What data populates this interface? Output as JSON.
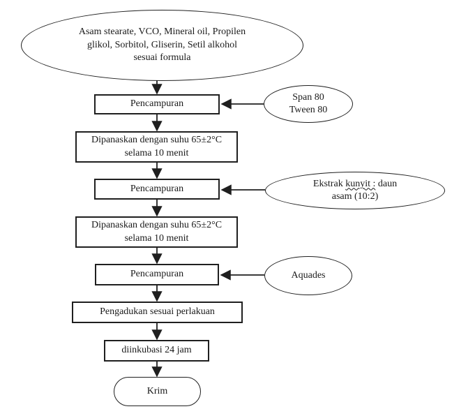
{
  "diagram": {
    "kind": "flowchart",
    "language": "Indonesian",
    "colors": {
      "stroke": "#1f1f1f",
      "background": "#ffffff",
      "text": "#1a1a1a"
    },
    "nodes": {
      "ingredients": {
        "shape": "ellipse",
        "line1": "Asam stearate, VCO, Mineral oil, Propilen",
        "line2": "glikol, Sorbitol, Gliserin, Setil alkohol",
        "line3": "sesuai formula"
      },
      "mix1": {
        "shape": "rect",
        "label": "Pencampuran"
      },
      "span_tween": {
        "shape": "ellipse",
        "line1": "Span 80",
        "line2": "Tween 80"
      },
      "heat1": {
        "shape": "rect",
        "line1": "Dipanaskan dengan suhu 65±2°C",
        "line2": "selama 10 menit"
      },
      "mix2": {
        "shape": "rect",
        "label": "Pencampuran"
      },
      "ekstrak": {
        "shape": "ellipse",
        "line1_prefix": "Ekstrak ",
        "line1_wavy": "kunyit :",
        "line1_suffix": " daun",
        "line2": "asam (10:2)"
      },
      "heat2": {
        "shape": "rect",
        "line1": "Dipanaskan dengan suhu 65±2°C",
        "line2": "selama 10 menit"
      },
      "mix3": {
        "shape": "rect",
        "label": "Pencampuran"
      },
      "aquades": {
        "shape": "ellipse",
        "label": "Aquades"
      },
      "stir": {
        "shape": "rect",
        "label": "Pengadukan sesuai perlakuan"
      },
      "incubate": {
        "shape": "rect",
        "label": "diinkubasi 24 jam"
      },
      "krim": {
        "shape": "stadium",
        "label": "Krim"
      }
    },
    "edges": [
      {
        "from": "ingredients",
        "to": "mix1"
      },
      {
        "from": "span_tween",
        "to": "mix1"
      },
      {
        "from": "mix1",
        "to": "heat1"
      },
      {
        "from": "heat1",
        "to": "mix2"
      },
      {
        "from": "ekstrak",
        "to": "mix2"
      },
      {
        "from": "mix2",
        "to": "heat2"
      },
      {
        "from": "heat2",
        "to": "mix3"
      },
      {
        "from": "aquades",
        "to": "mix3"
      },
      {
        "from": "mix3",
        "to": "stir"
      },
      {
        "from": "stir",
        "to": "incubate"
      },
      {
        "from": "incubate",
        "to": "krim"
      }
    ]
  }
}
